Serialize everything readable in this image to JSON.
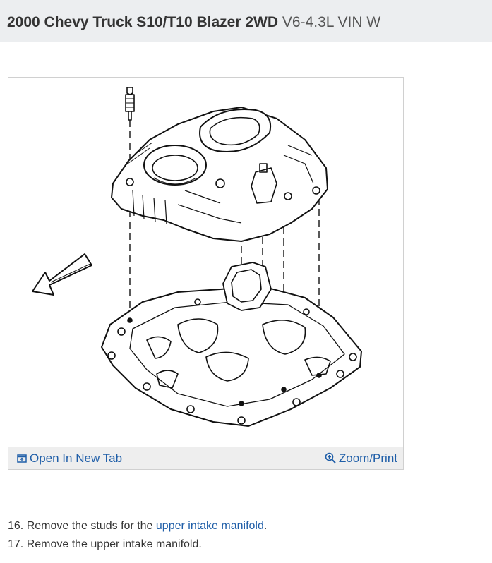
{
  "header": {
    "title_bold": "2000 Chevy Truck S10/T10 Blazer 2WD",
    "title_light": "V6-4.3L VIN W"
  },
  "figure": {
    "open_tab_label": "Open In New Tab",
    "open_tab_icon": "open-new-tab-icon",
    "zoom_label": "Zoom/Print",
    "zoom_icon": "zoom-magnifier-icon"
  },
  "steps": [
    {
      "prefix": "16. Remove the studs for the ",
      "link": "upper intake manifold",
      "suffix": "."
    },
    {
      "text": "17. Remove the upper intake manifold."
    }
  ],
  "colors": {
    "link": "#1f5ea8",
    "header_bg": "#eceef0",
    "footer_bar": "#eeeeee"
  }
}
